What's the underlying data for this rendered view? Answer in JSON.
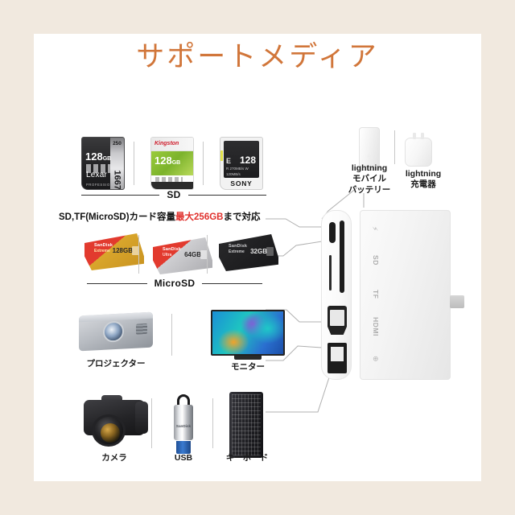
{
  "page": {
    "title": "サポートメディア",
    "border_color": "#f1e9df",
    "panel_color": "#ffffff",
    "title_color": "#d1763a"
  },
  "sd_section": {
    "divider_label": "SD",
    "cards": [
      {
        "brand": "Lexar",
        "sub": "PROFESSIONAL",
        "capacity": "128",
        "capacity_unit": "GB",
        "speed": "1667x",
        "rate": "250",
        "rate_unit": "MB/s"
      },
      {
        "brand": "Kingston",
        "capacity": "128",
        "capacity_unit": "GB"
      },
      {
        "brand": "SONY",
        "class": "E",
        "capacity": "128",
        "rates": "R 270MB/s\nW 120MB/s"
      }
    ]
  },
  "capacity_note": {
    "prefix": "SD,TF(MicroSD)カード容量",
    "highlight": "最大256GB",
    "suffix": "まで対応",
    "highlight_color": "#e0302c"
  },
  "microsd_section": {
    "divider_label": "MicroSD",
    "cards": [
      {
        "brand": "SanDisk",
        "line": "Extreme",
        "capacity": "128GB"
      },
      {
        "brand": "SanDisk",
        "line": "Ultra",
        "capacity": "64GB"
      },
      {
        "brand": "SanDisk",
        "line": "Extreme",
        "capacity": "32GB"
      }
    ]
  },
  "accessories": {
    "power_bank": "lightning\nモバイル\nバッテリー",
    "charger": "lightning\n充電器"
  },
  "peripherals": [
    {
      "name": "プロジェクター"
    },
    {
      "name": "モニター"
    },
    {
      "name": "カメラ"
    },
    {
      "name": "USB"
    },
    {
      "name": "キーボード"
    }
  ],
  "hub": {
    "port_labels": {
      "lightning": "⚡",
      "sd": "SD",
      "tf": "TF",
      "hdmi": "HDMI",
      "usb": "⊕"
    }
  }
}
